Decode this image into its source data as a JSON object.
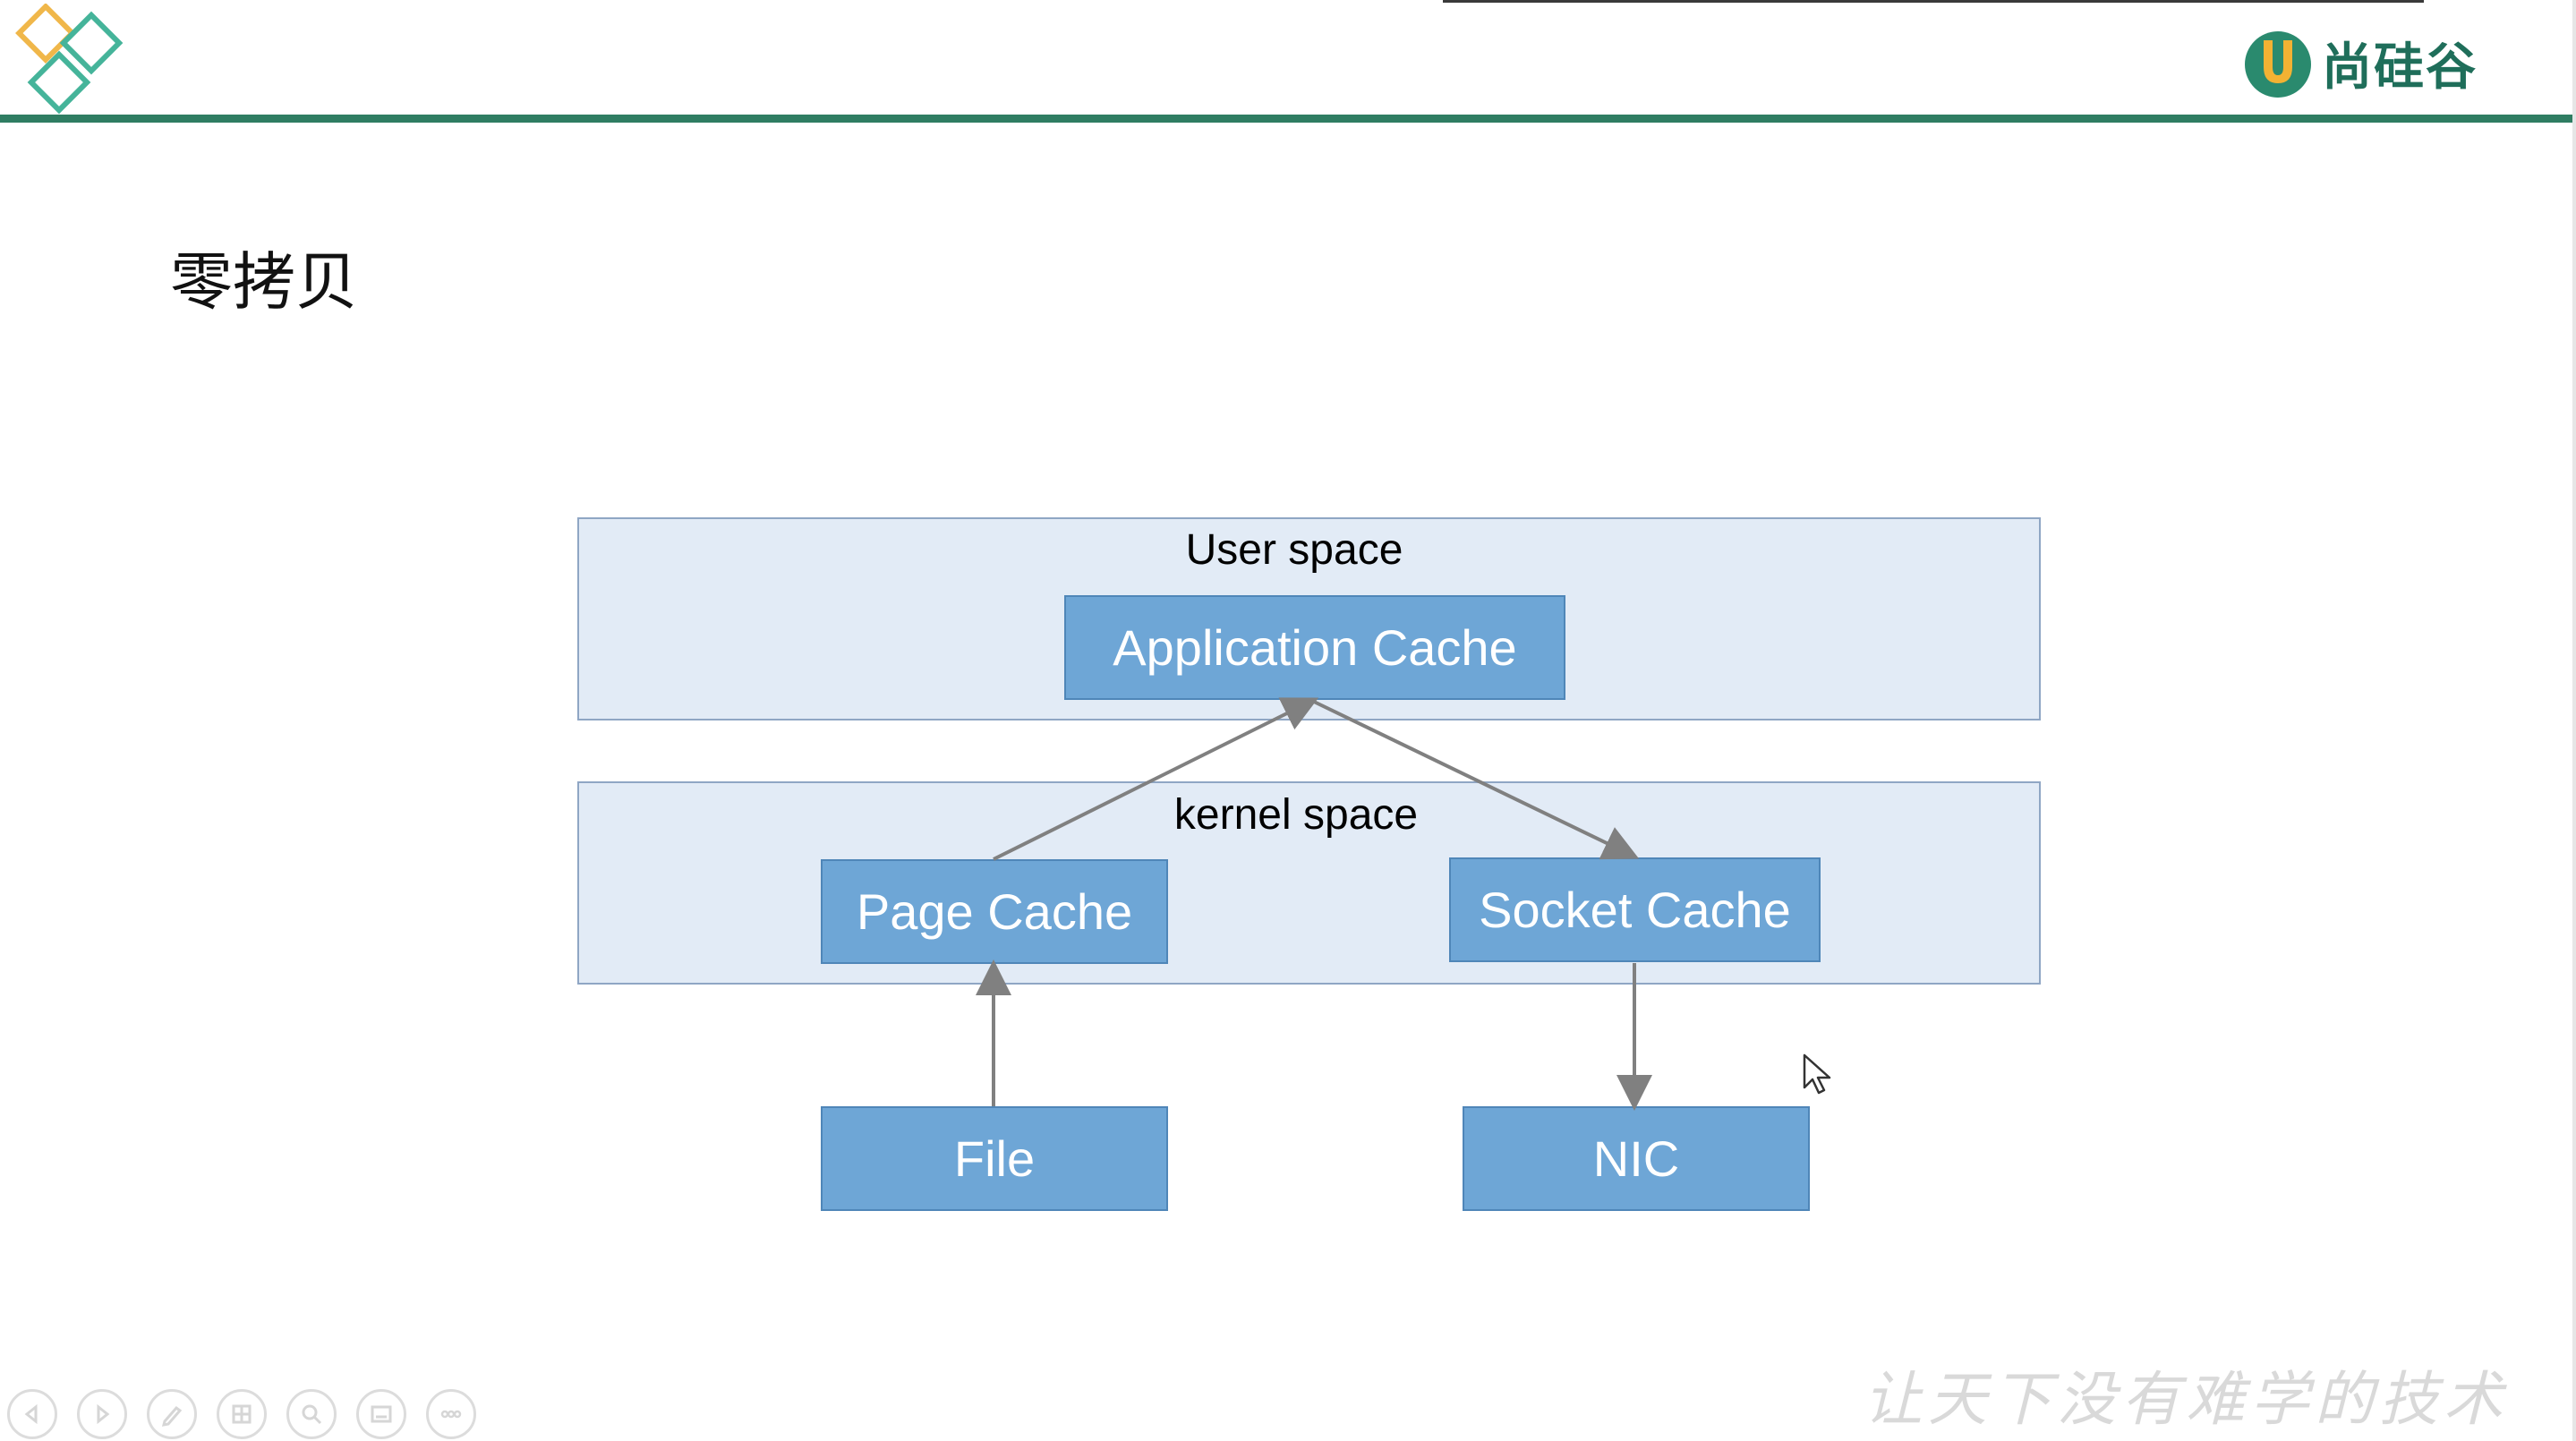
{
  "slide": {
    "title": "零拷贝",
    "brand_name": "尚硅谷",
    "watermark": "让天下没有难学的技术"
  },
  "diagram": {
    "regions": {
      "user_space": "User space",
      "kernel_space": "kernel space"
    },
    "nodes": {
      "application_cache": "Application Cache",
      "page_cache": "Page Cache",
      "socket_cache": "Socket Cache",
      "file": "File",
      "nic": "NIC"
    },
    "edges": [
      {
        "from": "File",
        "to": "Page Cache"
      },
      {
        "from": "Page Cache",
        "to": "Application Cache"
      },
      {
        "from": "Application Cache",
        "to": "Socket Cache"
      },
      {
        "from": "Socket Cache",
        "to": "NIC"
      }
    ]
  },
  "toolbar": {
    "buttons": [
      "previous-icon",
      "next-icon",
      "pen-icon",
      "slides-icon",
      "zoom-icon",
      "subtitle-icon",
      "more-icon"
    ]
  },
  "colors": {
    "header_bar": "#2f7d62",
    "brand": "#1f6e5a",
    "region_fill": "#e2ebf6",
    "node_fill": "#6ea6d6",
    "arrow": "#808080"
  }
}
